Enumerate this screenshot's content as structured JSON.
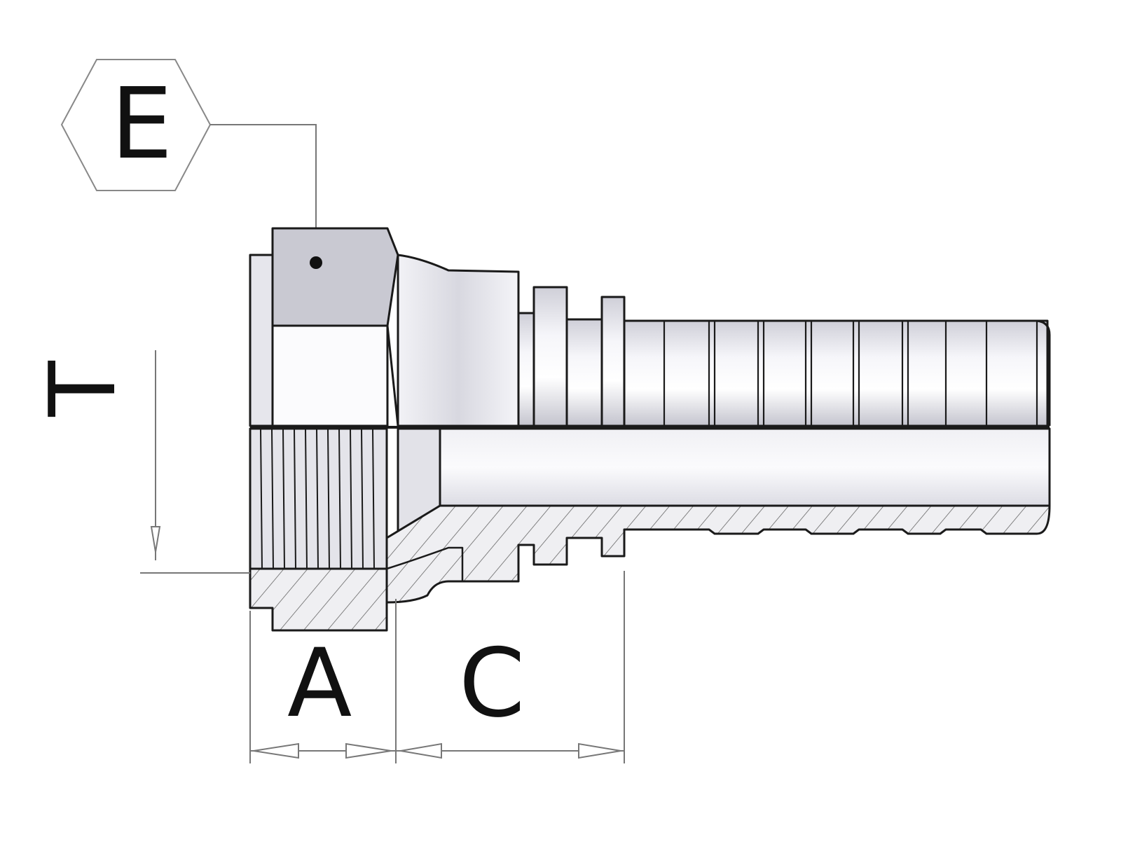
{
  "labels": {
    "hex_label": "E",
    "length_a": "A",
    "length_c": "C",
    "thread_t": "T"
  },
  "colors": {
    "line": "#1a1a1a",
    "dim_line": "#777777",
    "metal_light": "#f4f4f8",
    "metal_mid": "#d6d6de",
    "metal_dark": "#b9b9c4",
    "section_fill": "#efeff2",
    "hatch": "#555555"
  }
}
